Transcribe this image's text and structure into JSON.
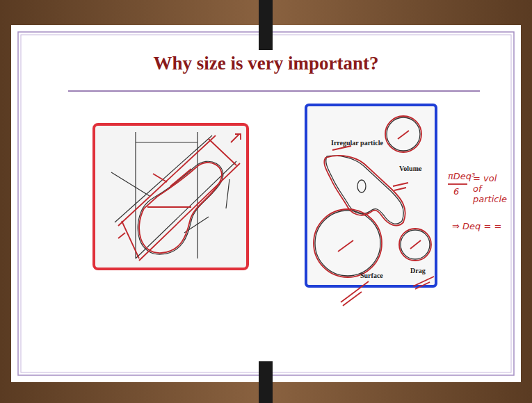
{
  "diagram": {
    "title": "Why size is very important?",
    "labels": [
      "Irregular particle",
      "Volume",
      "Surface",
      "Drag",
      "πDeq³",
      "6",
      "= vol of particle",
      "⇒ Deq = ="
    ]
  }
}
